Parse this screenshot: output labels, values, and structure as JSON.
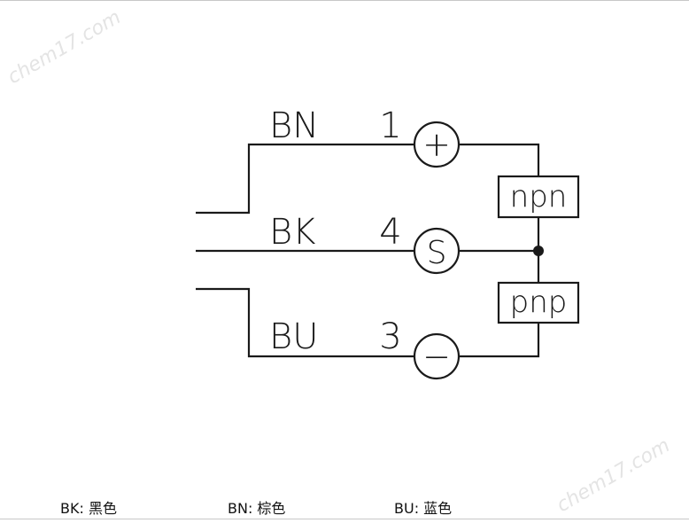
{
  "diagram": {
    "wires": [
      {
        "id": "bn",
        "color_code": "BN",
        "pin": "1",
        "terminal": "+"
      },
      {
        "id": "bk",
        "color_code": "BK",
        "pin": "4",
        "terminal": "S"
      },
      {
        "id": "bu",
        "color_code": "BU",
        "pin": "3",
        "terminal": "−"
      }
    ],
    "outputs": {
      "npn": "npn",
      "pnp": "pnp"
    }
  },
  "legend": {
    "bk": "BK: 黑色",
    "bn": "BN: 棕色",
    "bu": "BU: 蓝色"
  },
  "watermark": "chem17.com",
  "colors": {
    "line": "#1a1a1a",
    "background": "#ffffff",
    "watermark": "#e4e4e4"
  }
}
